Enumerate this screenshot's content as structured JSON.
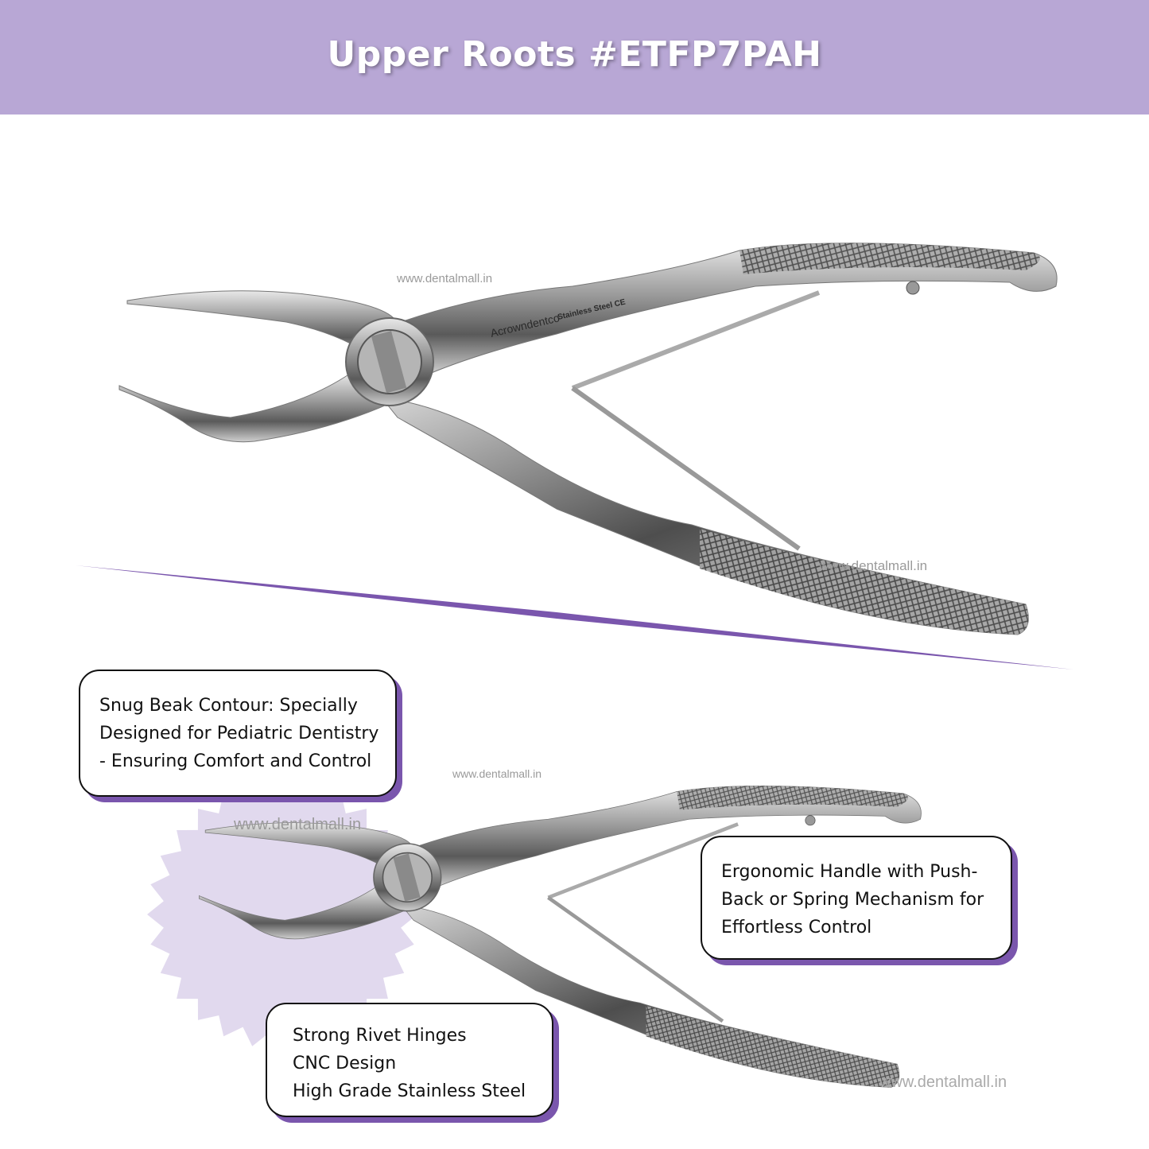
{
  "header": {
    "title": "Upper Roots #ETFP7PAH",
    "background": "#b8a7d5"
  },
  "accent_color": "#7a56ad",
  "watermarks": [
    "www.dentalmall.in",
    "www.dentalmall.in",
    "www.dentalmall.in",
    "www.dentalmall.in",
    "www.dentalmall.in"
  ],
  "engraving": {
    "brand": "Acrowndentco",
    "text": "Stainless Steel CE"
  },
  "callouts": {
    "beak": [
      "Snug Beak Contour: Specially",
      "Designed for Pediatric Dentistry",
      "- Ensuring Comfort and Control"
    ],
    "handle": [
      "Ergonomic Handle with Push-",
      "Back or Spring Mechanism for",
      "Effortless Control"
    ],
    "hinge": [
      "Strong Rivet Hinges",
      "CNC Design",
      "High Grade Stainless Steel"
    ]
  }
}
